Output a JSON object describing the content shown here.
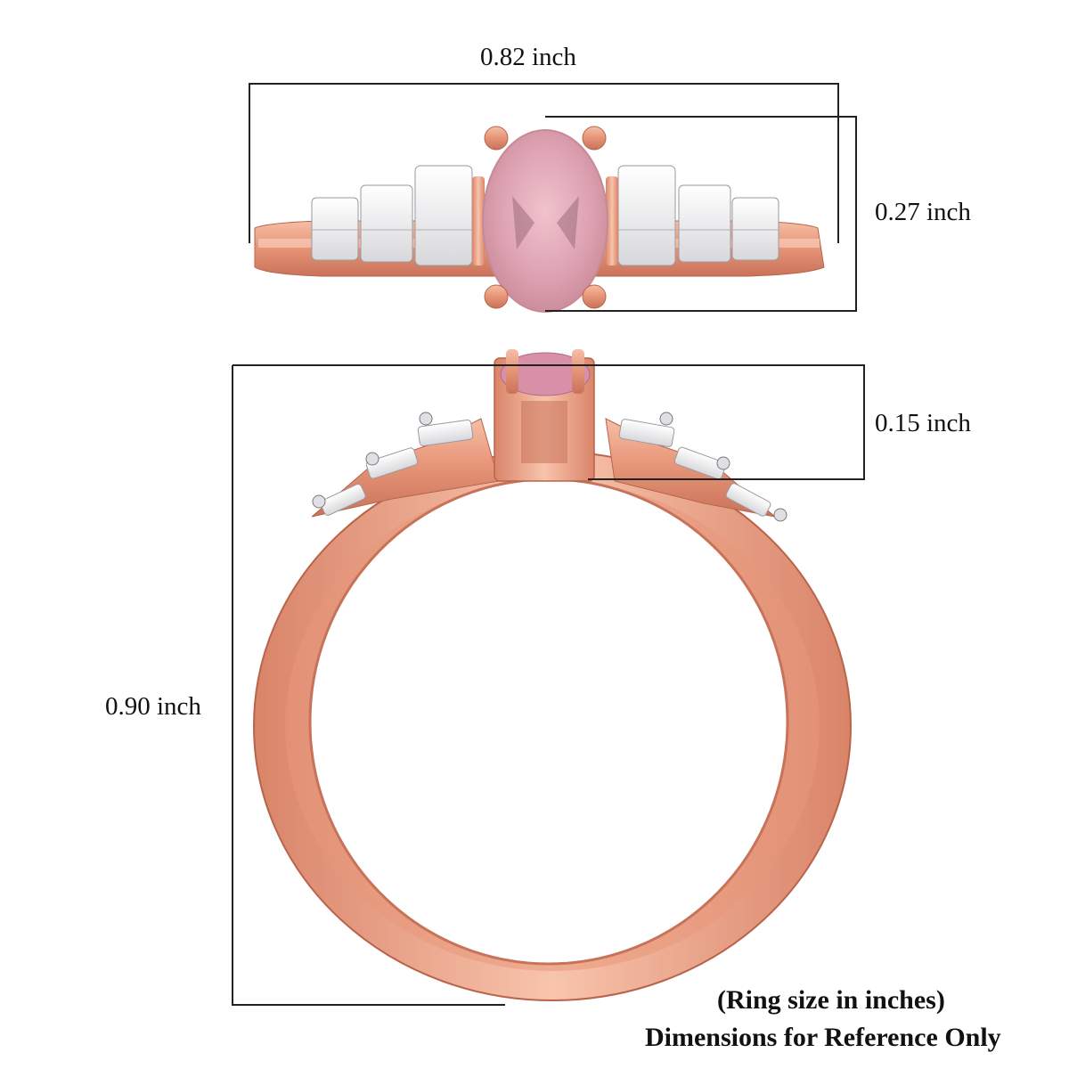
{
  "dimensions": {
    "width_top": "0.82 inch",
    "height_top": "0.27 inch",
    "setting_height": "0.15 inch",
    "ring_height": "0.90 inch"
  },
  "caption": {
    "line1": "(Ring size in inches)",
    "line2": "Dimensions for Reference Only"
  },
  "colors": {
    "rose_gold": "#E8977A",
    "rose_gold_light": "#F8C8B2",
    "rose_gold_dark": "#B8644A",
    "center_stone": "#E4A9B8",
    "baguette": "#F2F2F4",
    "line": "#222222"
  }
}
